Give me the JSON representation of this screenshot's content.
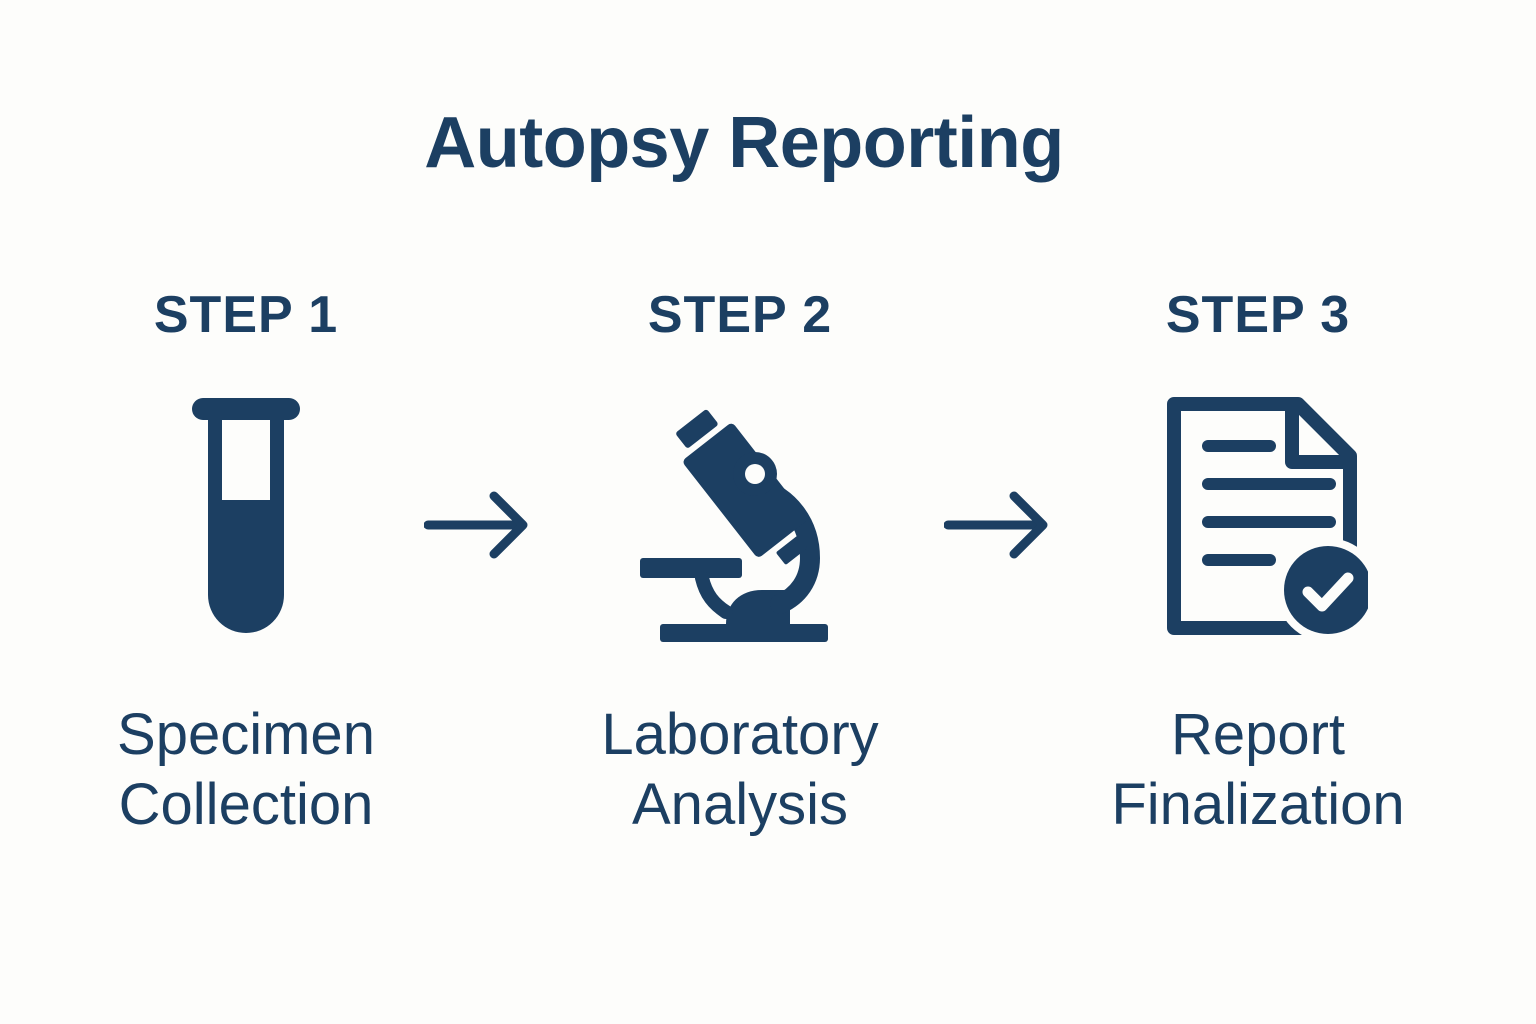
{
  "title": "Autopsy Reporting",
  "colors": {
    "primary": "#1c3f62",
    "background": "#fdfdfb"
  },
  "steps": [
    {
      "label": "STEP 1",
      "icon": "test-tube-icon",
      "caption_line1": "Specimen",
      "caption_line2": "Collection"
    },
    {
      "label": "STEP 2",
      "icon": "microscope-icon",
      "caption_line1": "Laboratory",
      "caption_line2": "Analysis"
    },
    {
      "label": "STEP 3",
      "icon": "document-check-icon",
      "caption_line1": "Report",
      "caption_line2": "Finalization"
    }
  ],
  "connectors": [
    "arrow-right-icon",
    "arrow-right-icon"
  ]
}
